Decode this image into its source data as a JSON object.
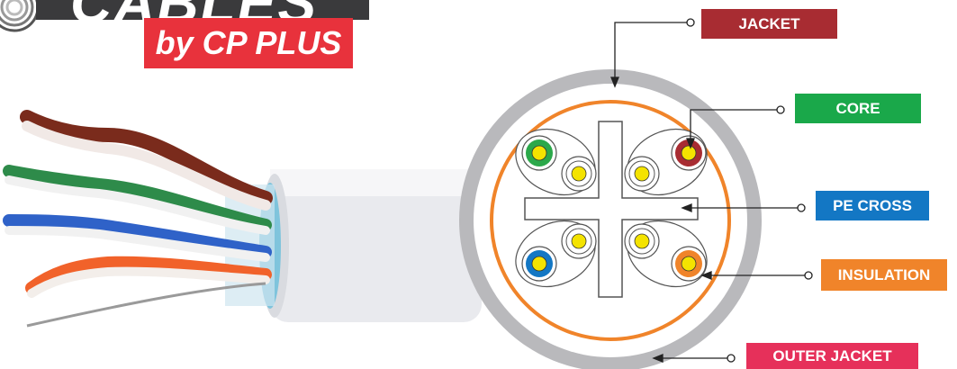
{
  "brand": {
    "name_top": "CABLES",
    "name_sub": "by CP PLUS"
  },
  "labels": {
    "jacket": "JACKET",
    "core": "CORE",
    "pe_cross": "PE CROSS",
    "insulation": "INSULATION",
    "outer_jacket": "OUTER JACKET"
  },
  "colors": {
    "jacket": "#a82c32",
    "core": "#1aa84a",
    "pe_cross": "#1377c4",
    "insulation": "#f0842a",
    "outer_jacket": "#e6305a",
    "brand_red": "#e8323c",
    "outer_ring": "#b9b9bc",
    "foil": "#f0842a"
  }
}
